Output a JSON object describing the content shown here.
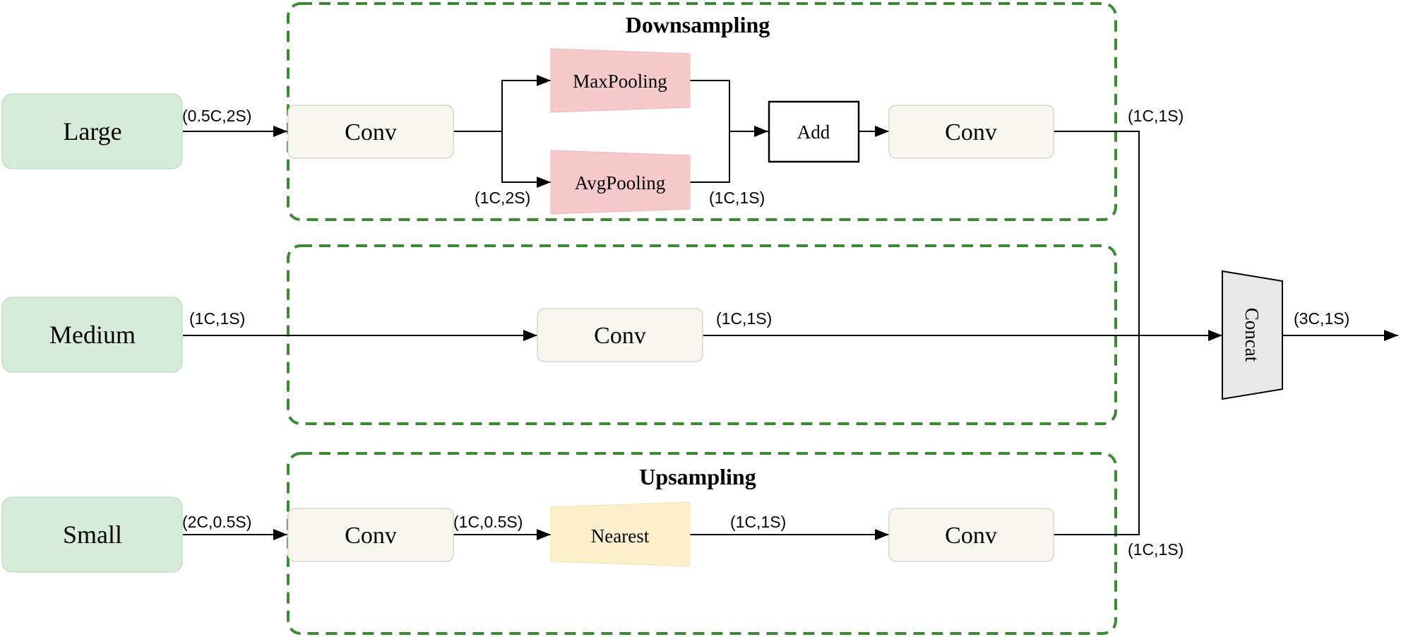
{
  "groups": {
    "downsampling": {
      "title": "Downsampling"
    },
    "medium": {
      "title": ""
    },
    "upsampling": {
      "title": "Upsampling"
    }
  },
  "inputs": {
    "large": "Large",
    "medium": "Medium",
    "small": "Small"
  },
  "blocks": {
    "conv": "Conv",
    "maxpooling": "MaxPooling",
    "avgpooling": "AvgPooling",
    "add": "Add",
    "nearest": "Nearest",
    "concat": "Concat"
  },
  "dims": {
    "large_in": "(0.5C,2S)",
    "pool_in": "(1C,2S)",
    "pool_out": "(1C,1S)",
    "down_out": "(1C,1S)",
    "medium_in": "(1C,1S)",
    "medium_out": "(1C,1S)",
    "concat_out": "(3C,1S)",
    "small_in": "(2C,0.5S)",
    "up_conv_out": "(1C,0.5S)",
    "nearest_out": "(1C,1S)",
    "up_out": "(1C,1S)"
  },
  "colors": {
    "group_border": "#3d8a35",
    "input_fill": "#d7ebd9",
    "conv_fill": "#f8f6ee",
    "pool_fill": "#f6caca",
    "nearest_fill": "#fdf0cc",
    "concat_fill": "#e9e9e9"
  }
}
